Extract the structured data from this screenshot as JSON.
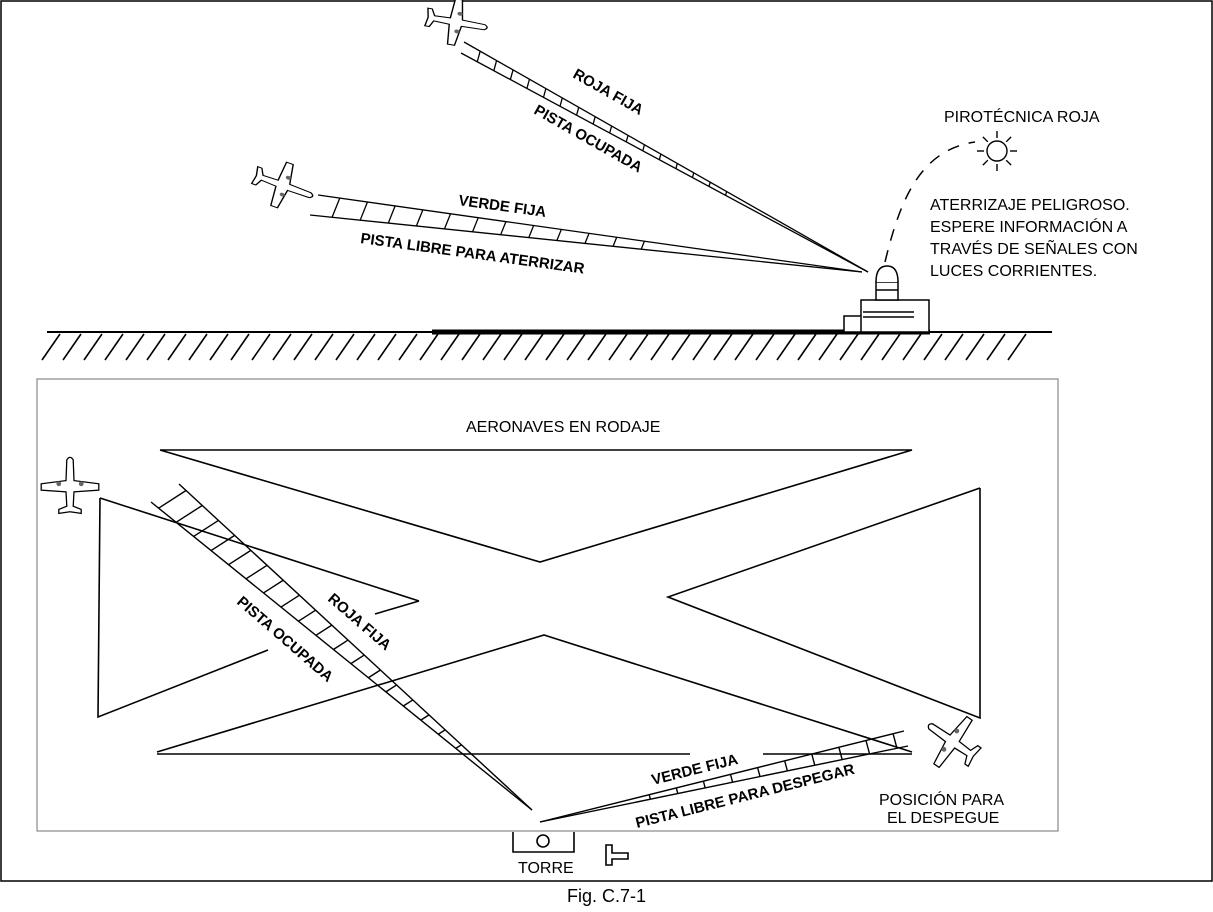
{
  "top_scene": {
    "red_light_label": "ROJA FIJA",
    "red_light_meaning": "PISTA OCUPADA",
    "green_light_label": "VERDE FIJA",
    "green_light_meaning": "PISTA LIBRE PARA ATERRIZAR",
    "pyro_label": "PIROTÉCNICA ROJA",
    "pyro_meaning_lines": [
      "ATERRIZAJE PELIGROSO.",
      "ESPERE INFORMACIÓN A",
      "TRAVÉS DE SEÑALES CON",
      "LUCES CORRIENTES."
    ]
  },
  "bottom_scene": {
    "title": "AERONAVES EN RODAJE",
    "red_light_label": "ROJA FIJA",
    "red_light_meaning": "PISTA OCUPADA",
    "green_light_label": "VERDE FIJA",
    "green_light_meaning": "PISTA LIBRE PARA DESPEGAR",
    "takeoff_position_lines": [
      "POSICIÓN PARA",
      "EL DESPEGUE"
    ],
    "tower_label": "TORRE"
  },
  "caption": "Fig. C.7-1",
  "icons": [
    "airplane-icon",
    "control-tower-icon",
    "flare-burst-icon",
    "signal-lamp-icon"
  ],
  "colors": {
    "ink": "#000000",
    "paper": "#ffffff",
    "frame": "#888888"
  }
}
